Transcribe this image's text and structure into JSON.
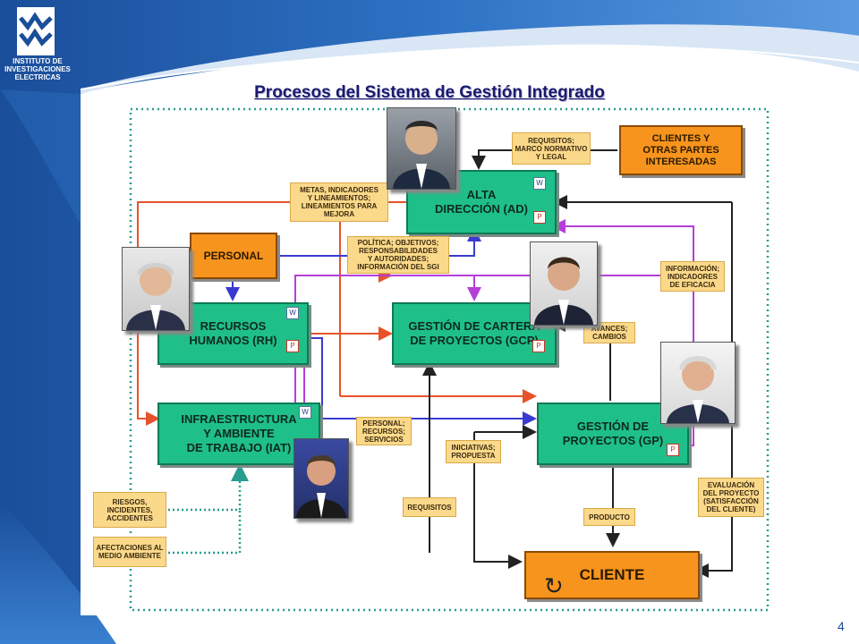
{
  "header": {
    "logo_lines": [
      "INSTITUTO DE",
      "INVESTIGACIONES",
      "ELECTRICAS"
    ],
    "title": "Procesos del Sistema de Gestión Integrado"
  },
  "footer": {
    "page_number": "4"
  },
  "process_boxes": {
    "alta_direccion": "ALTA\nDIRECCIÓN (AD)",
    "recursos_humanos": "RECURSOS\nHUMANOS (RH)",
    "gestion_cartera": "GESTIÓN DE CARTERA\nDE PROYECTOS (GCP)",
    "infraestructura": "INFRAESTRUCTURA\nY AMBIENTE\nDE TRABAJO (IAT)",
    "gestion_proyectos": "GESTIÓN DE\nPROYECTOS (GP)"
  },
  "actor_boxes": {
    "clientes_partes": "CLIENTES Y\nOTRAS PARTES\nINTERESADAS",
    "personal": "PERSONAL",
    "cliente": "CLIENTE"
  },
  "notes": {
    "requisitos_marco": "REQUISITOS;\nMARCO NORMATIVO\nY LEGAL",
    "metas": "METAS, INDICADORES\nY LINEAMIENTOS;\nLINEAMIENTOS PARA\nMEJORA",
    "politica": "POLÍTICA; OBJETIVOS;\nRESPONSABILIDADES\nY AUTORIDADES;\nINFORMACIÓN DEL SGI",
    "informacion": "INFORMACIÓN;\nINDICADORES\nDE EFICACIA",
    "avances": "AVANCES;\nCAMBIOS",
    "personal_recursos": "PERSONAL;\nRECURSOS;\nSERVICIOS",
    "iniciativas": "INICIATIVAS;\nPROPUESTA",
    "evaluacion": "EVALUACIÓN\nDEL PROYECTO\n(SATISFACCIÓN\nDEL CLIENTE)",
    "requisitos": "REQUISITOS",
    "producto": "PRODUCTO",
    "riesgos": "RIESGOS,\nINCIDENTES,\nACCIDENTES",
    "afectaciones": "AFECTACIONES AL\nMEDIO AMBIENTE"
  },
  "colors": {
    "process_green": "#1fbf8a",
    "actor_orange": "#f7941d",
    "note_yellow": "#fbd98a",
    "border_teal_dotted": "#2a9d8f",
    "flow_red": "#e8522a",
    "flow_purple": "#b43fd9",
    "flow_blue": "#3a3ad0",
    "brand_blue": "#1a4e9a"
  },
  "icons": [
    "word-doc-icon",
    "powerpoint-doc-icon",
    "cycle-arrows-icon"
  ]
}
